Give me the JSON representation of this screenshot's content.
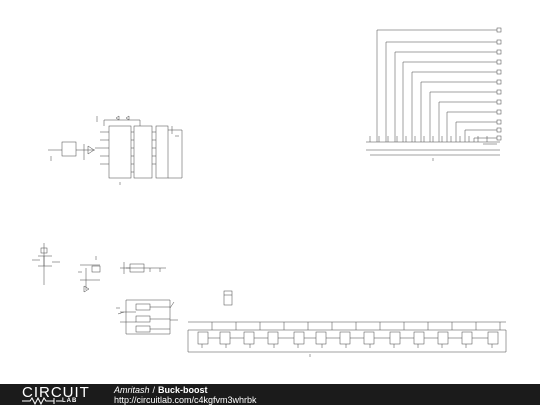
{
  "footer": {
    "logo_word": "CIRCUIT",
    "logo_sub": "LAB",
    "author": "Amritash",
    "separator": "/",
    "title": "Buck-boost",
    "url": "http://circuitlab.com/c4kgfvm3whrbk"
  },
  "colors": {
    "background": "#ffffff",
    "wire": "#333333",
    "footer": "#1b1b1b",
    "footer_text": "#ffffff"
  }
}
